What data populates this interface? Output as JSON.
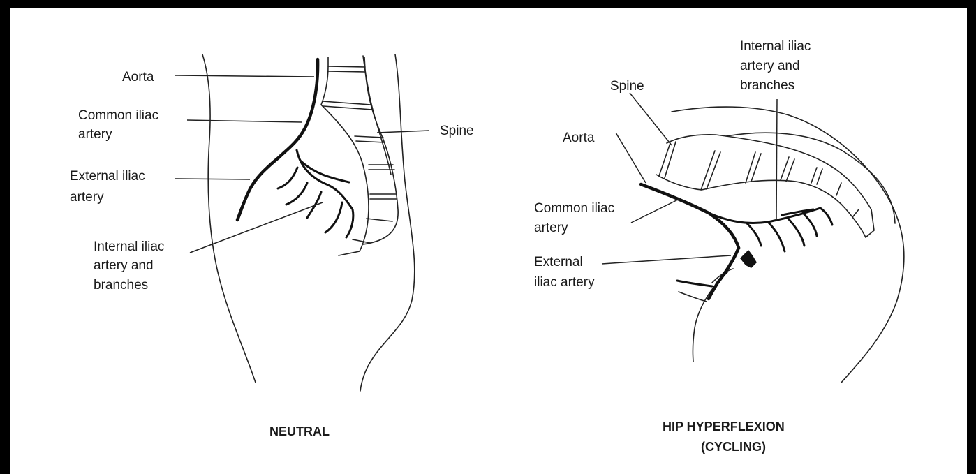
{
  "neutral": {
    "aorta": "Aorta",
    "common_iliac_1": "Common iliac",
    "common_iliac_2": "artery",
    "external_iliac_1": "External iliac",
    "external_iliac_2": "artery",
    "internal_iliac_1": "Internal iliac",
    "internal_iliac_2": "artery and",
    "internal_iliac_3": "branches",
    "spine": "Spine",
    "caption": "NEUTRAL"
  },
  "hyperflexion": {
    "internal_iliac_1": "Internal iliac",
    "internal_iliac_2": "artery and",
    "internal_iliac_3": "branches",
    "spine": "Spine",
    "aorta": "Aorta",
    "common_iliac_1": "Common iliac",
    "common_iliac_2": "artery",
    "external_iliac_1": "External",
    "external_iliac_2": "iliac artery",
    "caption_1": "HIP HYPERFLEXION",
    "caption_2": "(CYCLING)"
  }
}
